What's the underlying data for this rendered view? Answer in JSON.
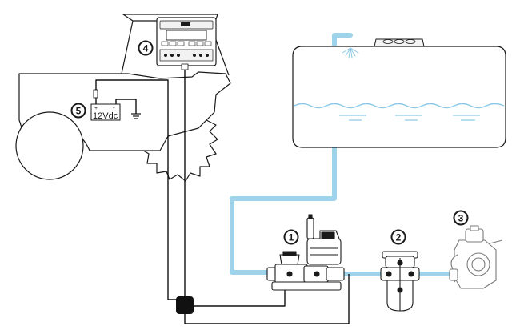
{
  "callouts": {
    "c1": "1",
    "c2": "2",
    "c3": "3",
    "c4": "4",
    "c5": "5"
  },
  "battery": {
    "voltage": "12Vdc",
    "plus": "+",
    "minus": "-"
  },
  "colors": {
    "pipe": "#9fd3ea",
    "water": "#8cc9e4",
    "outline": "#1a1a1a",
    "fill": "#ffffff"
  }
}
